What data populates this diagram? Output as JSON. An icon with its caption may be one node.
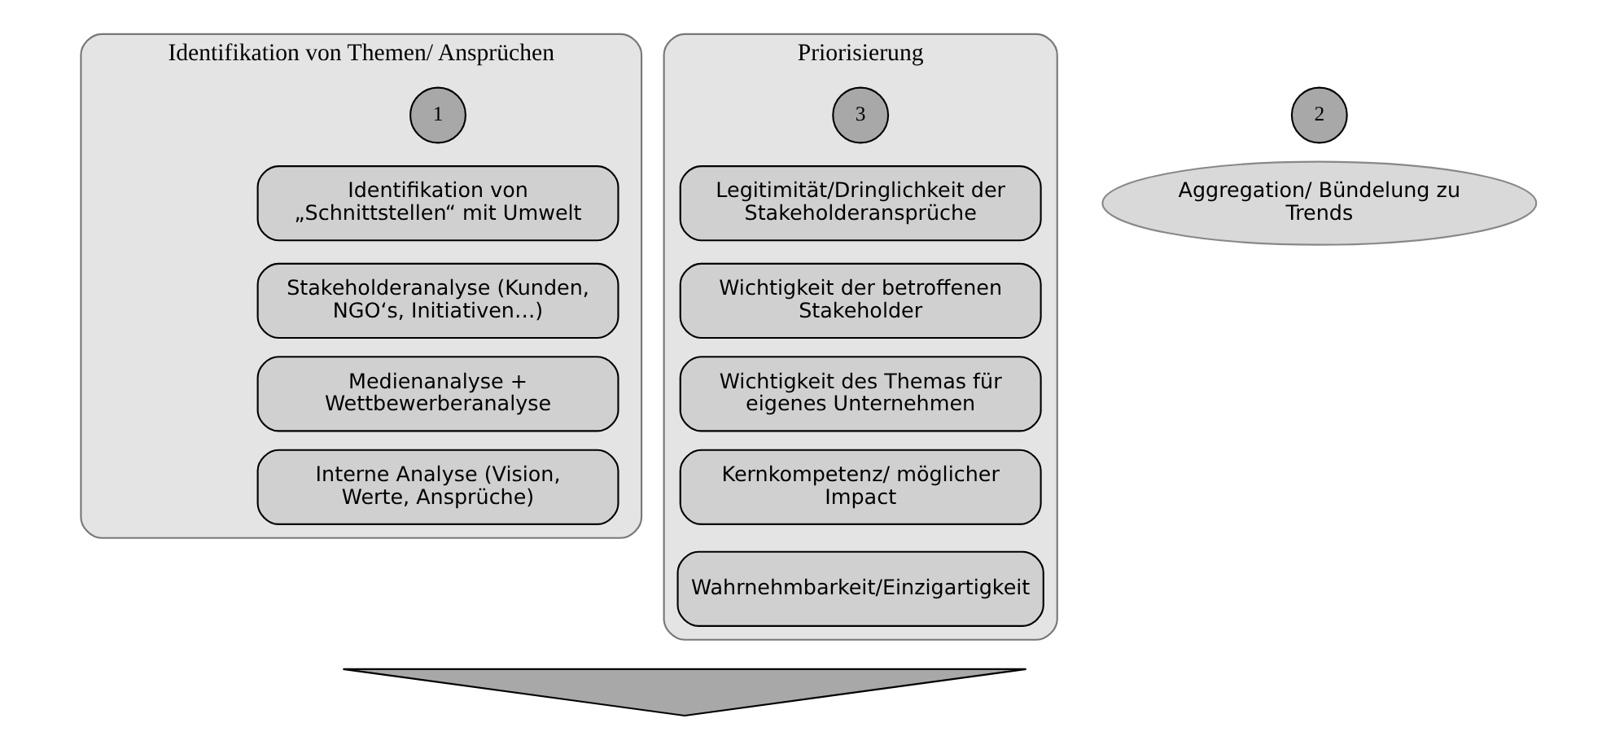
{
  "diagram": {
    "nodes": [
      {
        "text": [
          "Identifikation von Themen/ Ansprüchen"
        ]
      },
      {
        "text": [
          "1"
        ],
        "in": 0
      },
      {
        "text": [
          "Identifikation von „Schnittstellen“ mit Umwelt"
        ],
        "in": 0
      },
      {
        "text": [
          "Stakeholderanalyse (Kunden, NGO‘s, Initiativen…)"
        ],
        "in": 0
      },
      {
        "text": [
          "Medienanalyse + Wettbewerberanalyse"
        ],
        "in": 0
      },
      {
        "text": [
          "Interne Analyse (Vision, Werte, Ansprüche)"
        ],
        "in": 0
      },
      {
        "text": [
          "2"
        ]
      },
      {
        "text": [
          "Aggregation/ Bündelung zu Trends"
        ]
      },
      {
        "text": [
          "Priorisierung"
        ]
      },
      {
        "text": [
          "3"
        ],
        "in": 8
      },
      {
        "text": [
          "Legitimität/Dringlichkeit der Stakeholderansprüche"
        ],
        "in": 8
      },
      {
        "text": [
          "Wichtigkeit der betroffenen Stakeholder"
        ],
        "in": 8
      },
      {
        "text": [
          "Wichtigkeit des Themas für eigenes Unternehmen"
        ],
        "in": 8
      },
      {
        "text": [
          "Kernkompetenz/ möglicher Impact"
        ],
        "in": 8
      },
      {
        "text": [
          "Wahrnehmbarkeit/Einzigartigkeit"
        ],
        "in": 8
      },
      {
        "text": [],
        "shape": "triangle"
      }
    ],
    "edges": []
  }
}
